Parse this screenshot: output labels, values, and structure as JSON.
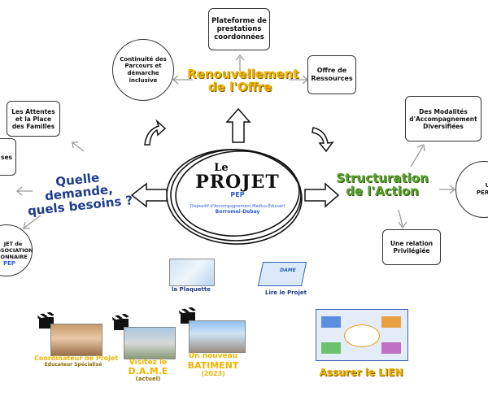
{
  "center": {
    "title_small": "Le",
    "title": "PROJET",
    "logo_text": "PEP",
    "subtitle_line1": "Dispositif d'Accompagnement Médico-Éducatif",
    "subtitle_line2": "Borromei-Debay"
  },
  "branches": {
    "top": "Renouvellement de l'Offre",
    "left": "Quelle demande, quels besoins ?",
    "right": "Structuration de l'Action",
    "bottom": "Assurer le LIEN"
  },
  "nodes": {
    "plateforme": "Plateforme de prestations coordonnées",
    "continuite": "Continuité des Parcours et démarche inclusive",
    "offre_ressources": "Offre de Ressources",
    "attentes": "Les Attentes et la Place des Familles",
    "partial_left": "ses",
    "projet_asso": "JET de ASSOCIATION IONNAIRE",
    "modalites": "Des Modalités d'Accompagnement Diversifiées",
    "relation": "Une relation Privilégiée",
    "personne": "Un PERSON"
  },
  "media": {
    "plaquette": "la Plaquette",
    "lire_projet": "Lire le Projet",
    "dame_label": "DAME",
    "coordinateur_line1": "Coordinateur de Projet",
    "coordinateur_line2": "Educateur Spécialisé",
    "visitez_line1": "Visitez le",
    "visitez_line2": "D.A.M.E",
    "visitez_line3": "(actuel)",
    "batiment_line1": "Un nouveau",
    "batiment_line2": "BATIMENT",
    "batiment_line3": "(2023)"
  },
  "colors": {
    "top_branch": "#f0b400",
    "left_branch": "#1e3c8c",
    "right_branch": "#5aa02c",
    "bottom_branch": "#f0b400",
    "highlight_yellow": "#f5d33a",
    "highlight_green": "#9fd34a"
  }
}
